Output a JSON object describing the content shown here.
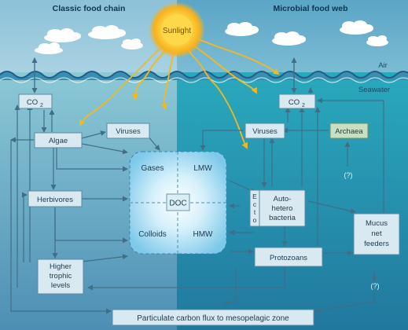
{
  "headings": {
    "left": "Classic food chain",
    "right": "Microbial food web"
  },
  "sun": {
    "label": "Sunlight"
  },
  "zones": {
    "air": "Air",
    "seawater": "Seawater"
  },
  "doc": {
    "center": "DOC",
    "gases": "Gases",
    "lmw": "LMW",
    "colloids": "Colloids",
    "hmw": "HMW"
  },
  "nodes": {
    "co2_left": "CO",
    "co2_right": "CO",
    "co2_sub": "2",
    "algae": "Algae",
    "viruses_left": "Viruses",
    "viruses_right": "Viruses",
    "archaea": "Archaea",
    "unknown_archaea": "(?)",
    "herbivores": "Herbivores",
    "higher_trophic_1": "Higher",
    "higher_trophic_2": "trophic",
    "higher_trophic_3": "levels",
    "ecto": [
      "E",
      "c",
      "t",
      "o"
    ],
    "bacteria_1": "Auto-",
    "bacteria_2": "hetero",
    "bacteria_3": "bacteria",
    "protozoans": "Protozoans",
    "mucus_1": "Mucus",
    "mucus_2": "net",
    "mucus_3": "feeders",
    "unknown_mucus": "(?)",
    "flux": "Particulate carbon flux to mesopelagic zone"
  },
  "colors": {
    "sky_left": "#7fb8d2",
    "sky_right": "#5ba5c6",
    "sea_left": "#6aaec8",
    "sea_right": "#2e9bb5",
    "node_fill": "#d8e9f1",
    "archaea_fill": "#c9dfc2",
    "arrow": "#3f6f86",
    "sun_ray": "#f5c431",
    "sun_core": "#ffd84a"
  }
}
